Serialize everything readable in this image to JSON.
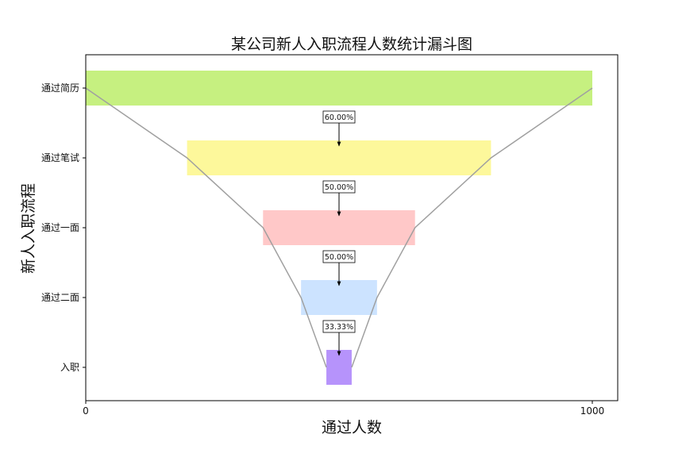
{
  "chart_data": {
    "type": "bar",
    "orientation": "horizontal-funnel",
    "title": "某公司新人入职流程人数统计漏斗图",
    "xlabel": "通过人数",
    "ylabel": "新人入职流程",
    "categories": [
      "通过简历",
      "通过笔试",
      "通过一面",
      "通过二面",
      "入职"
    ],
    "values": [
      1000,
      600,
      300,
      150,
      50
    ],
    "conversion_labels": [
      "60.00%",
      "50.00%",
      "50.00%",
      "33.33%"
    ],
    "colors": [
      "#c6f080",
      "#fdf89b",
      "#ffc8c8",
      "#cce3ff",
      "#b693fb"
    ],
    "outline_color": "#a0a0a0",
    "xlim": [
      0,
      1050
    ],
    "xticks": [
      0,
      1000
    ],
    "grid": false
  }
}
